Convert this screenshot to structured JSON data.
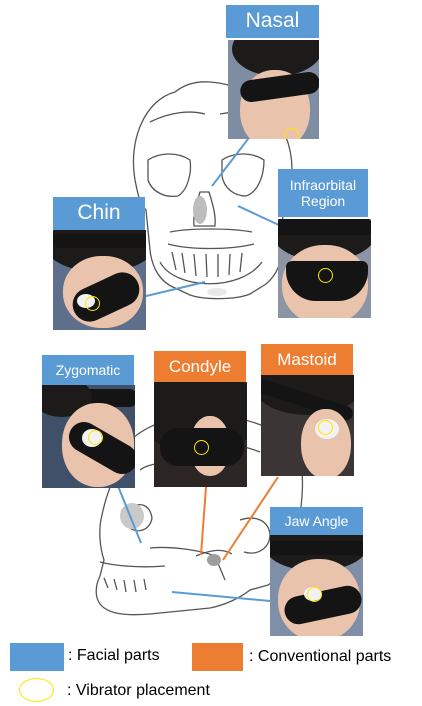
{
  "colors": {
    "facial": "#5b9bd5",
    "conventional": "#ed7d31",
    "marker": "#ffe600",
    "bone_line": "#555555"
  },
  "labels": {
    "nasal": "Nasal",
    "infraorbital": "Infraorbital Region",
    "chin": "Chin",
    "zygomatic": "Zygomatic",
    "condyle": "Condyle",
    "mastoid": "Mastoid",
    "jaw_angle": "Jaw Angle"
  },
  "legend": {
    "facial": ": Facial parts",
    "conventional": ": Conventional parts",
    "vibrator": ": Vibrator placement"
  }
}
